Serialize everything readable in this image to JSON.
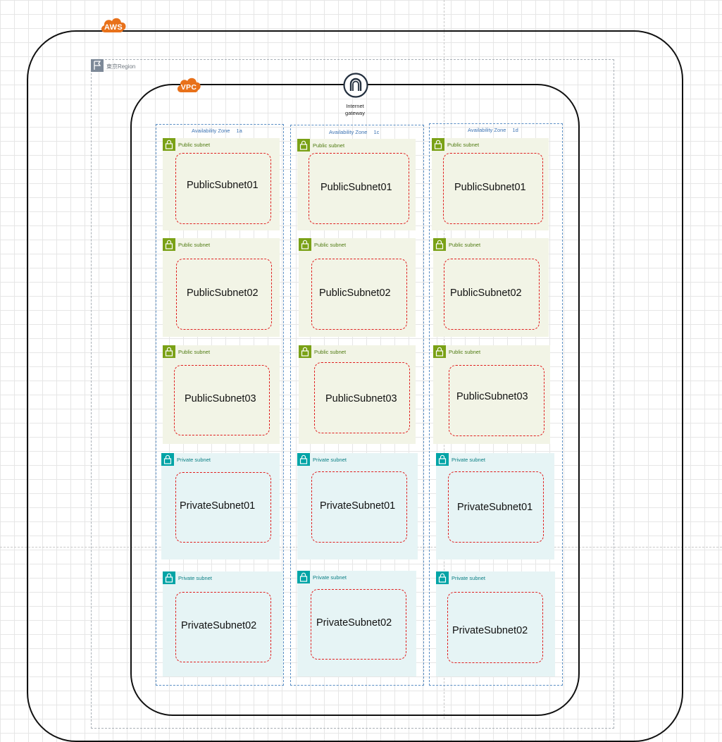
{
  "aws": {
    "label": "AWS",
    "color": "#e8711a"
  },
  "region": {
    "label": "東京Region"
  },
  "vpc": {
    "label": "VPC",
    "color": "#e8711a"
  },
  "igw": {
    "label_line1": "Internet",
    "label_line2": "gateway"
  },
  "azs": [
    {
      "label": "Availability Zone",
      "zone": "1a"
    },
    {
      "label": "Availability Zone",
      "zone": "1c"
    },
    {
      "label": "Availability Zone",
      "zone": "1d"
    }
  ],
  "subnet_types": {
    "public": "Public subnet",
    "private": "Private subnet"
  },
  "subnets": [
    "PublicSubnet01",
    "PublicSubnet02",
    "PublicSubnet03",
    "PrivateSubnet01",
    "PrivateSubnet02"
  ],
  "colors": {
    "public_bg": "#f2f4e6",
    "public_icon": "#7aa116",
    "private_bg": "#e6f4f5",
    "private_icon": "#00a4a6",
    "security_border": "#e01e1e",
    "az_border": "#5a8ec4"
  }
}
